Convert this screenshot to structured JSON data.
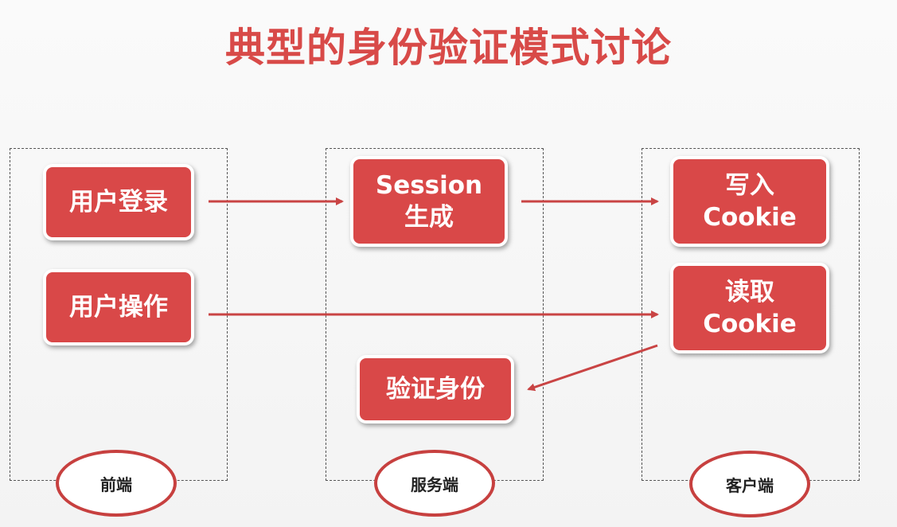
{
  "title": "典型的身份验证模式讨论",
  "lanes": {
    "frontend": {
      "label": "前端"
    },
    "server": {
      "label": "服务端"
    },
    "client": {
      "label": "客户端"
    }
  },
  "boxes": {
    "user_login": {
      "line1": "用户登录"
    },
    "session_create": {
      "line1": "Session",
      "line2": "生成"
    },
    "write_cookie": {
      "line1": "写入",
      "line2": "Cookie"
    },
    "user_action": {
      "line1": "用户操作"
    },
    "read_cookie": {
      "line1": "读取",
      "line2": "Cookie"
    },
    "verify_identity": {
      "line1": "验证身份"
    }
  },
  "colors": {
    "accent": "#d94848",
    "title": "#d84a48",
    "arrow": "#c94444",
    "oval_border": "#c7403f"
  }
}
